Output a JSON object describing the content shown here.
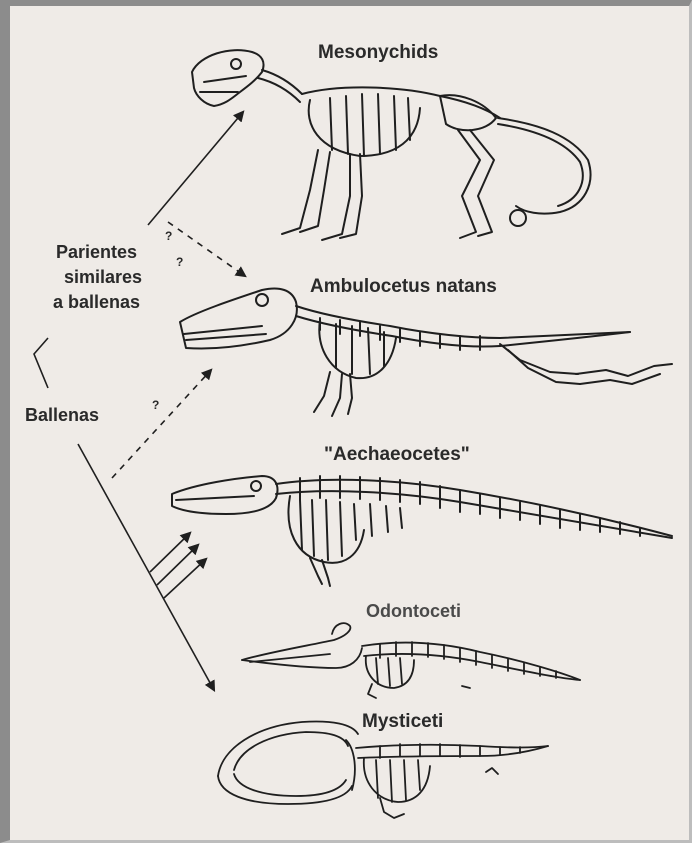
{
  "figure": {
    "taxa": {
      "mesonychids": "Mesonychids",
      "ambulocetus": "Ambulocetus natans",
      "archaeocetes": "\"Aechaeocetes\"",
      "odontoceti": "Odontoceti",
      "mysticeti": "Mysticeti"
    },
    "side_labels": {
      "relatives_line1": "Parientes",
      "relatives_line2": "similares",
      "relatives_line3": "a ballenas",
      "whales": "Ballenas"
    },
    "uncertain_marks": [
      "?",
      "?",
      "?"
    ],
    "colors": {
      "background": "#efebe7",
      "ink": "#1f1f1f",
      "border": "#8c8c8c"
    }
  }
}
